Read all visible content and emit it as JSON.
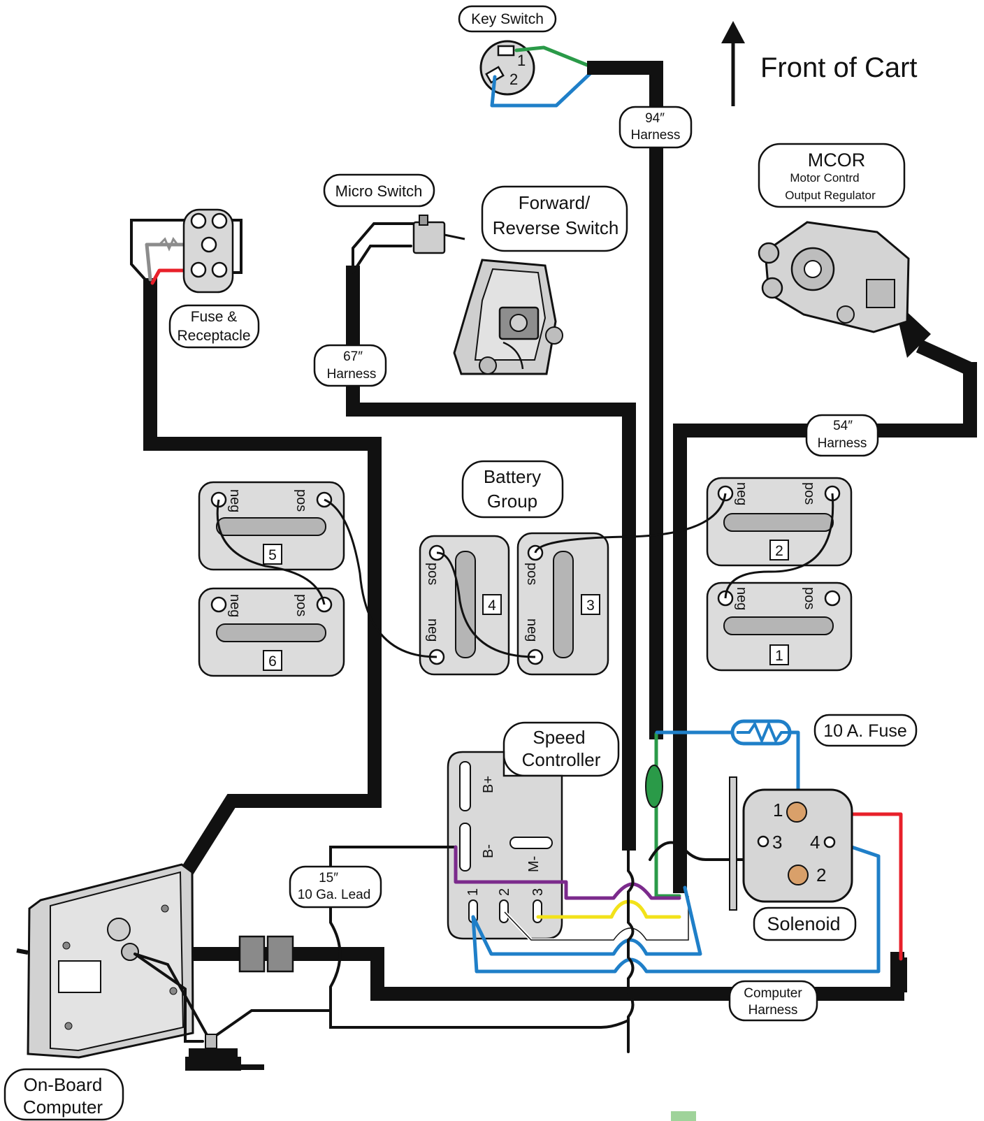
{
  "orientation": {
    "label": "Front of Cart"
  },
  "components": {
    "key_switch": {
      "label": "Key Switch",
      "pin1": "1",
      "pin2": "2"
    },
    "mcor": {
      "title": "MCOR",
      "line1": "Motor Contrd",
      "line2": "Output Regulator"
    },
    "micro_switch": {
      "label": "Micro Switch"
    },
    "forward_reverse": {
      "line1": "Forward/",
      "line2": "Reverse Switch"
    },
    "fuse_receptacle": {
      "line1": "Fuse &",
      "line2": "Receptacle"
    },
    "battery_group": {
      "line1": "Battery",
      "line2": "Group"
    },
    "speed_controller": {
      "line1": "Speed",
      "line2": "Controller",
      "b_plus": "B+",
      "b_minus": "B-",
      "m_minus": "M-",
      "pin1": "1",
      "pin2": "2",
      "pin3": "3"
    },
    "fuse_10a": {
      "label": "10 A. Fuse"
    },
    "solenoid": {
      "label": "Solenoid",
      "t1": "1",
      "t2": "2",
      "t3": "3",
      "t4": "4"
    },
    "onboard_computer": {
      "line1": "On-Board",
      "line2": "Computer"
    }
  },
  "harnesses": {
    "h94": {
      "line1": "94″",
      "line2": "Harness"
    },
    "h67": {
      "line1": "67″",
      "line2": "Harness"
    },
    "h54": {
      "line1": "54″",
      "line2": "Harness"
    },
    "lead15": {
      "line1": "15″",
      "line2": "10 Ga. Lead"
    },
    "computer": {
      "line1": "Computer",
      "line2": "Harness"
    }
  },
  "battery_labels": {
    "neg": "neg",
    "pos": "pos"
  },
  "batteries": [
    "5",
    "6",
    "4",
    "3",
    "2",
    "1"
  ],
  "colors": {
    "harness": "#111111",
    "green": "#2a9a48",
    "blue": "#1f7fc8",
    "red": "#e8202a",
    "purple": "#7b2a8c",
    "yellow": "#f2e21a",
    "gray": "#8c8c8c",
    "copper": "#d9a06a",
    "plate": "#dcdcdc"
  }
}
